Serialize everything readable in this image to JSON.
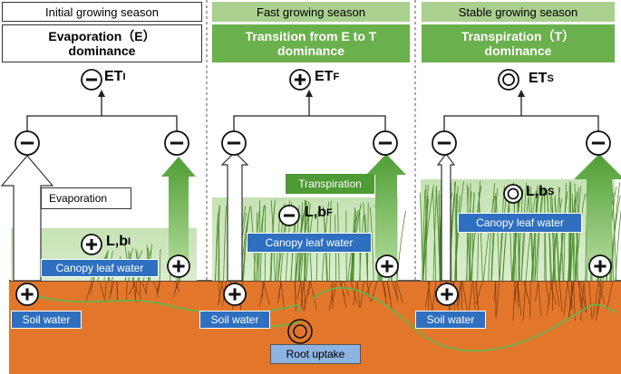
{
  "panels": [
    {
      "season": "Initial growing season",
      "title": "Evaporation（E）\ndominance",
      "et_sign": "minus",
      "et_label": "ET",
      "et_sub": "I",
      "lai_sign": "plus",
      "lai_label": "L,b",
      "lai_sub": "I"
    },
    {
      "season": "Fast growing season",
      "title": "Transition from E to T\ndominance",
      "et_sign": "plus",
      "et_label": "ET",
      "et_sub": "F",
      "lai_sign": "minus",
      "lai_label": "L,b",
      "lai_sub": "F"
    },
    {
      "season": "Stable growing season",
      "title": "Transpiration（T）\ndominance",
      "et_sign": "neutral",
      "et_label": "ET",
      "et_sub": "S",
      "lai_sign": "neutral",
      "lai_label": "L,b",
      "lai_sub": "S"
    }
  ],
  "labels": {
    "evaporation": "Evaporation",
    "transpiration": "Transpiration",
    "canopy_leaf_water": "Canopy leaf water",
    "soil_water": "Soil water",
    "root_uptake": "Root uptake"
  },
  "colors": {
    "soil": "#e2772b",
    "green_arrow": "#5aaa3c",
    "title_green": "#6ab04c",
    "header_green": "#a9d08e",
    "canopy_blue": "#2e6fc0",
    "root_uptake_bg": "#8db3e2",
    "grass": "#4a8a2a"
  }
}
